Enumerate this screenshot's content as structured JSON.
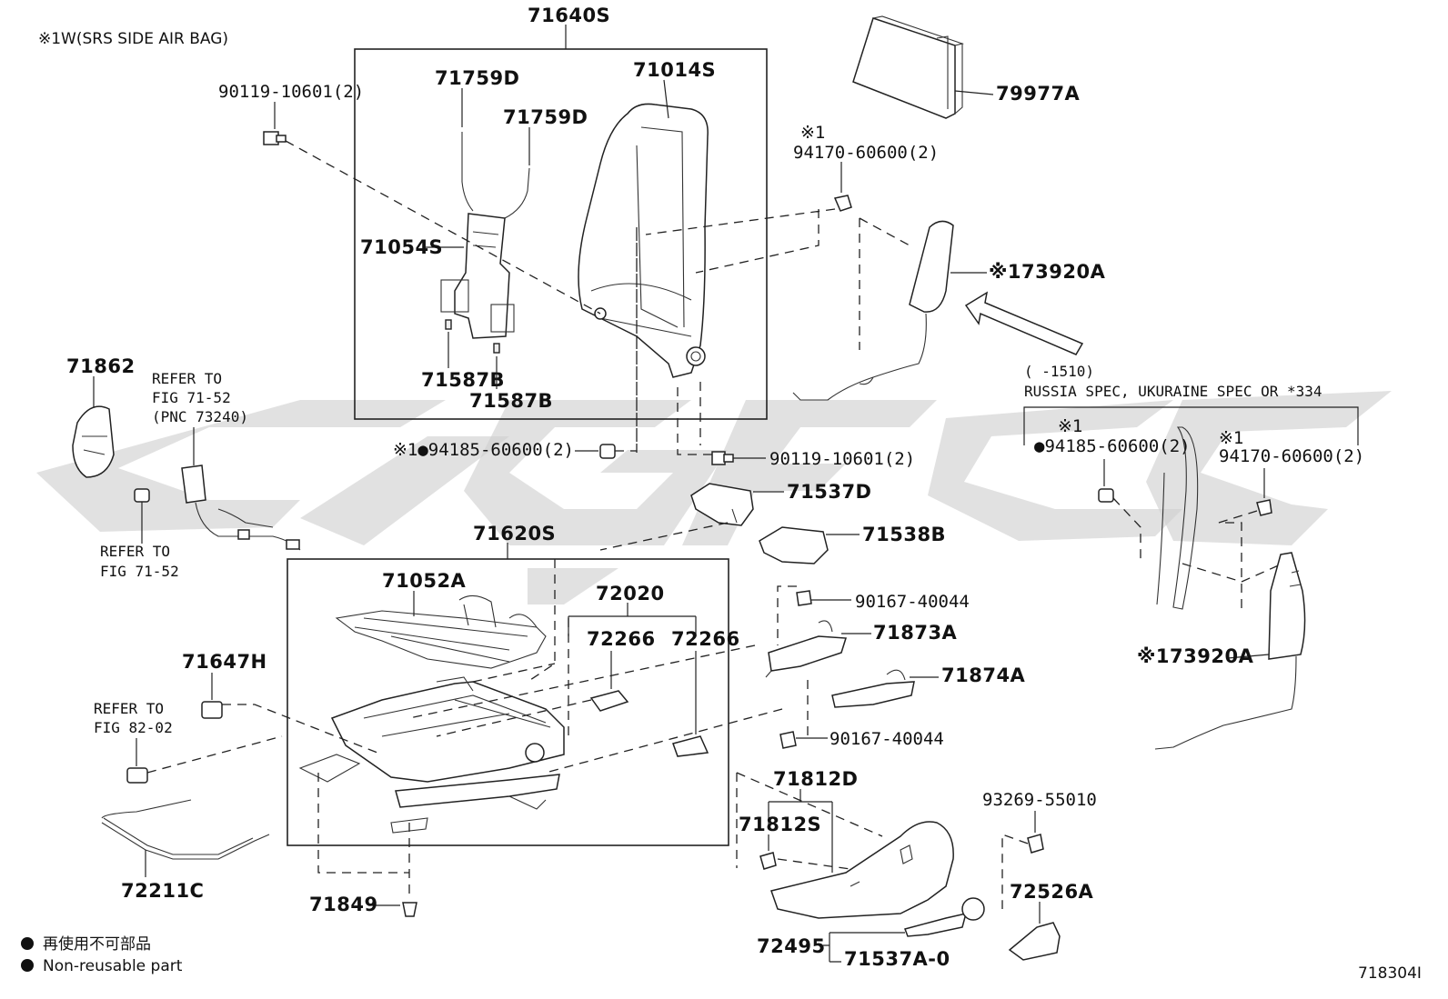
{
  "header_note": "※1W(SRS SIDE AIR BAG)",
  "figure_id": "718304I",
  "legend": {
    "non_reusable_jp": "再使用不可部品",
    "non_reusable_en": "Non-reusable part"
  },
  "range_note": "(      -1510)",
  "spec_note": "RUSSIA SPEC, UKURAINE SPEC OR *334",
  "refer_notes": {
    "seatbelt_top": "REFER TO",
    "seatbelt_fig": "FIG 71-52",
    "seatbelt_pnc": "(PNC 73240)",
    "anchor_top": "REFER TO",
    "anchor_fig": "FIG 71-52",
    "heater_top": "REFER TO",
    "heater_fig": "FIG 82-02"
  },
  "parts": {
    "p71640S": "71640S",
    "p71014S": "71014S",
    "p71759D_a": "71759D",
    "p71759D_b": "71759D",
    "p71054S": "71054S",
    "p71587B_a": "71587B",
    "p71587B_b": "71587B",
    "p79977A": "79977A",
    "p73920A_top": "※173920A",
    "p73920A_right": "※173920A",
    "p90119_top": "90119-10601(2)",
    "p94170_top_mark": "※1",
    "p94170_top": "94170-60600(2)",
    "p94185_mid": "※1●94185-60600(2)",
    "p90119_mid": "90119-10601(2)",
    "p94185_right_mark": "※1",
    "p94185_right": "●94185-60600(2)",
    "p94170_right_mark": "※1",
    "p94170_right": "94170-60600(2)",
    "p71862": "71862",
    "p71537D": "71537D",
    "p71538B": "71538B",
    "p71620S": "71620S",
    "p71052A": "71052A",
    "p72020": "72020",
    "p72266_a": "72266",
    "p72266_b": "72266",
    "p90167_a": "90167-40044",
    "p71873A": "71873A",
    "p71874A": "71874A",
    "p90167_b": "90167-40044",
    "p71647H": "71647H",
    "p71812D": "71812D",
    "p71812S": "71812S",
    "p93269": "93269-55010",
    "p72526A": "72526A",
    "p72211C": "72211C",
    "p71849": "71849",
    "p72495": "72495",
    "p71537A": "71537A-0"
  }
}
